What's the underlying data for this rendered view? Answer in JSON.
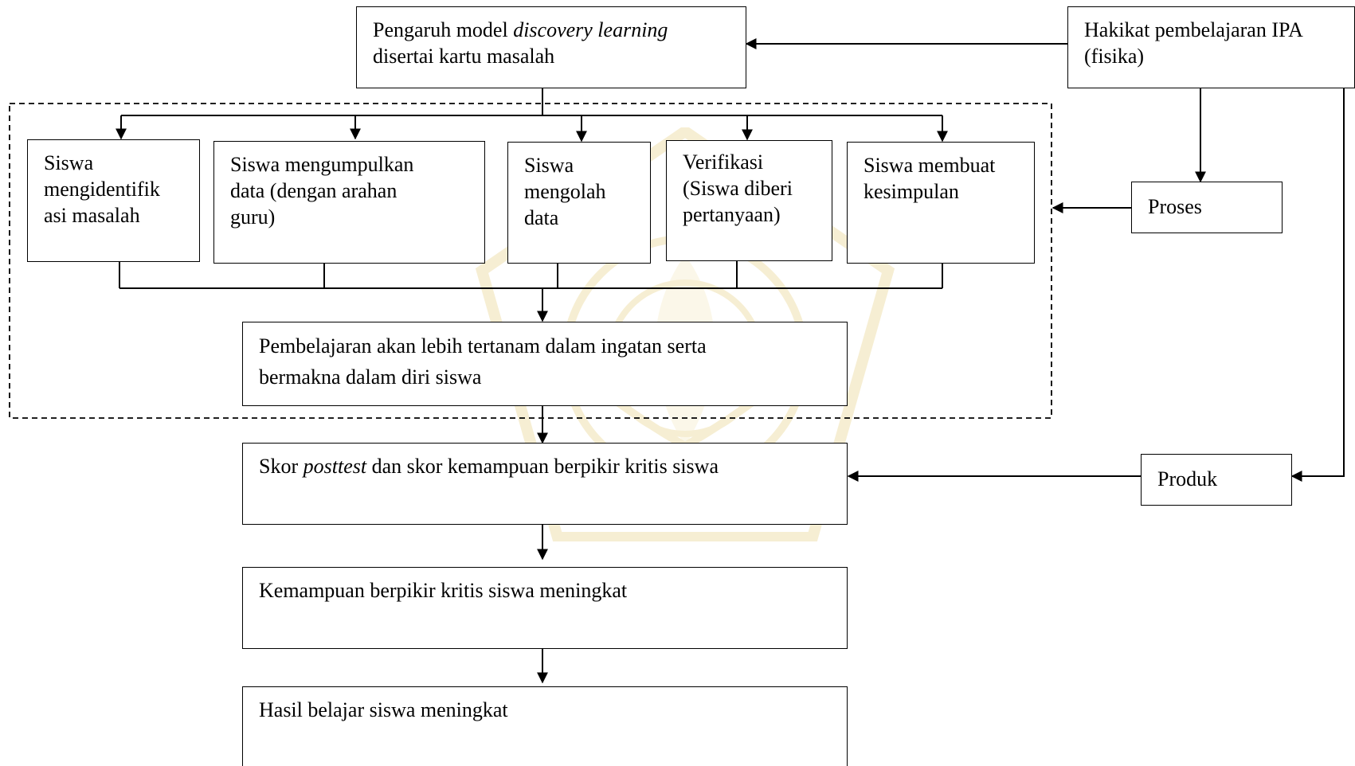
{
  "boxes": {
    "pengaruh": {
      "line1_pre": "Pengaruh model ",
      "line1_em": "discovery learning",
      "line2": "disertai kartu masalah"
    },
    "hakikat": {
      "line1": "Hakikat pembelajaran IPA",
      "line2": "(fisika)"
    },
    "proses": {
      "label": "Proses"
    },
    "produk": {
      "label": "Produk"
    },
    "step1": {
      "line1": "Siswa",
      "line2": "mengidentifik",
      "line3": "asi masalah"
    },
    "step2": {
      "line1": "Siswa mengumpulkan",
      "line2": "data (dengan arahan",
      "line3": "guru)"
    },
    "step3": {
      "line1": "Siswa",
      "line2": "mengolah",
      "line3": "data"
    },
    "step4": {
      "line1": "Verifikasi",
      "line2": "(Siswa diberi",
      "line3": "pertanyaan)"
    },
    "step5": {
      "line1": "Siswa membuat",
      "line2": "kesimpulan"
    },
    "pembelajaran": {
      "line1": "Pembelajaran akan lebih tertanam dalam ingatan serta",
      "line2": "bermakna dalam diri siswa"
    },
    "skor": {
      "pre": "Skor ",
      "em": "posttest",
      "post": " dan skor kemampuan berpikir kritis siswa"
    },
    "kemampuan": {
      "label": "Kemampuan berpikir kritis siswa meningkat"
    },
    "hasil": {
      "label": "Hasil belajar siswa meningkat"
    }
  },
  "colors": {
    "line": "#000000",
    "background": "#ffffff",
    "watermark": "#d9b53a"
  }
}
